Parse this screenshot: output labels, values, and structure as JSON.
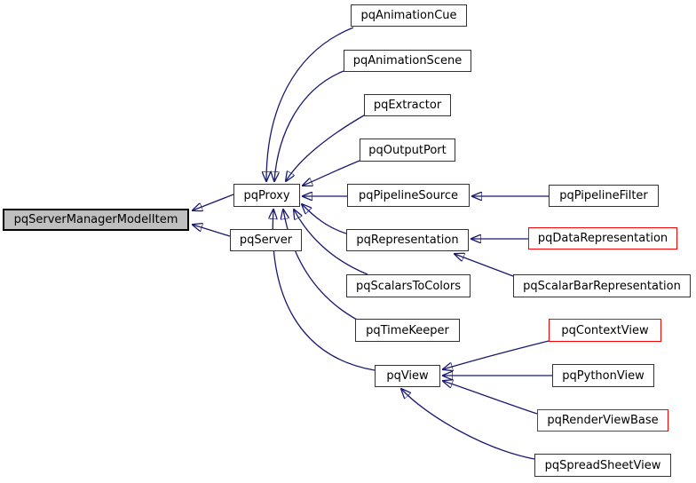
{
  "diagram": {
    "type": "inheritance-graph",
    "colors": {
      "background": "#ffffff",
      "edge": "#191970",
      "node_fill": "#ffffff",
      "node_border": "#333333",
      "current_node_fill": "#bfbfbf",
      "current_node_border": "#000000",
      "external_node_border": "#ff0000",
      "text": "#000000"
    },
    "nodes": [
      {
        "label": "pqServerManagerModelItem",
        "variant": "current"
      },
      {
        "label": "pqProxy",
        "variant": "normal"
      },
      {
        "label": "pqServer",
        "variant": "normal"
      },
      {
        "label": "pqAnimationCue",
        "variant": "normal"
      },
      {
        "label": "pqAnimationScene",
        "variant": "normal"
      },
      {
        "label": "pqExtractor",
        "variant": "normal"
      },
      {
        "label": "pqOutputPort",
        "variant": "normal"
      },
      {
        "label": "pqPipelineSource",
        "variant": "normal"
      },
      {
        "label": "pqPipelineFilter",
        "variant": "normal"
      },
      {
        "label": "pqRepresentation",
        "variant": "normal"
      },
      {
        "label": "pqDataRepresentation",
        "variant": "red"
      },
      {
        "label": "pqScalarsToColors",
        "variant": "normal"
      },
      {
        "label": "pqScalarBarRepresentation",
        "variant": "normal"
      },
      {
        "label": "pqTimeKeeper",
        "variant": "normal"
      },
      {
        "label": "pqContextView",
        "variant": "red"
      },
      {
        "label": "pqView",
        "variant": "normal"
      },
      {
        "label": "pqPythonView",
        "variant": "normal"
      },
      {
        "label": "pqRenderViewBase",
        "variant": "red"
      },
      {
        "label": "pqSpreadSheetView",
        "variant": "normal"
      }
    ],
    "edges": [
      {
        "from": "pqProxy",
        "to": "pqServerManagerModelItem"
      },
      {
        "from": "pqServer",
        "to": "pqServerManagerModelItem"
      },
      {
        "from": "pqAnimationCue",
        "to": "pqProxy"
      },
      {
        "from": "pqAnimationScene",
        "to": "pqProxy"
      },
      {
        "from": "pqExtractor",
        "to": "pqProxy"
      },
      {
        "from": "pqOutputPort",
        "to": "pqProxy"
      },
      {
        "from": "pqPipelineSource",
        "to": "pqProxy"
      },
      {
        "from": "pqRepresentation",
        "to": "pqProxy"
      },
      {
        "from": "pqScalarsToColors",
        "to": "pqProxy"
      },
      {
        "from": "pqTimeKeeper",
        "to": "pqProxy"
      },
      {
        "from": "pqView",
        "to": "pqProxy"
      },
      {
        "from": "pqPipelineFilter",
        "to": "pqPipelineSource"
      },
      {
        "from": "pqDataRepresentation",
        "to": "pqRepresentation"
      },
      {
        "from": "pqScalarBarRepresentation",
        "to": "pqRepresentation"
      },
      {
        "from": "pqContextView",
        "to": "pqView"
      },
      {
        "from": "pqPythonView",
        "to": "pqView"
      },
      {
        "from": "pqRenderViewBase",
        "to": "pqView"
      },
      {
        "from": "pqSpreadSheetView",
        "to": "pqView"
      }
    ]
  }
}
